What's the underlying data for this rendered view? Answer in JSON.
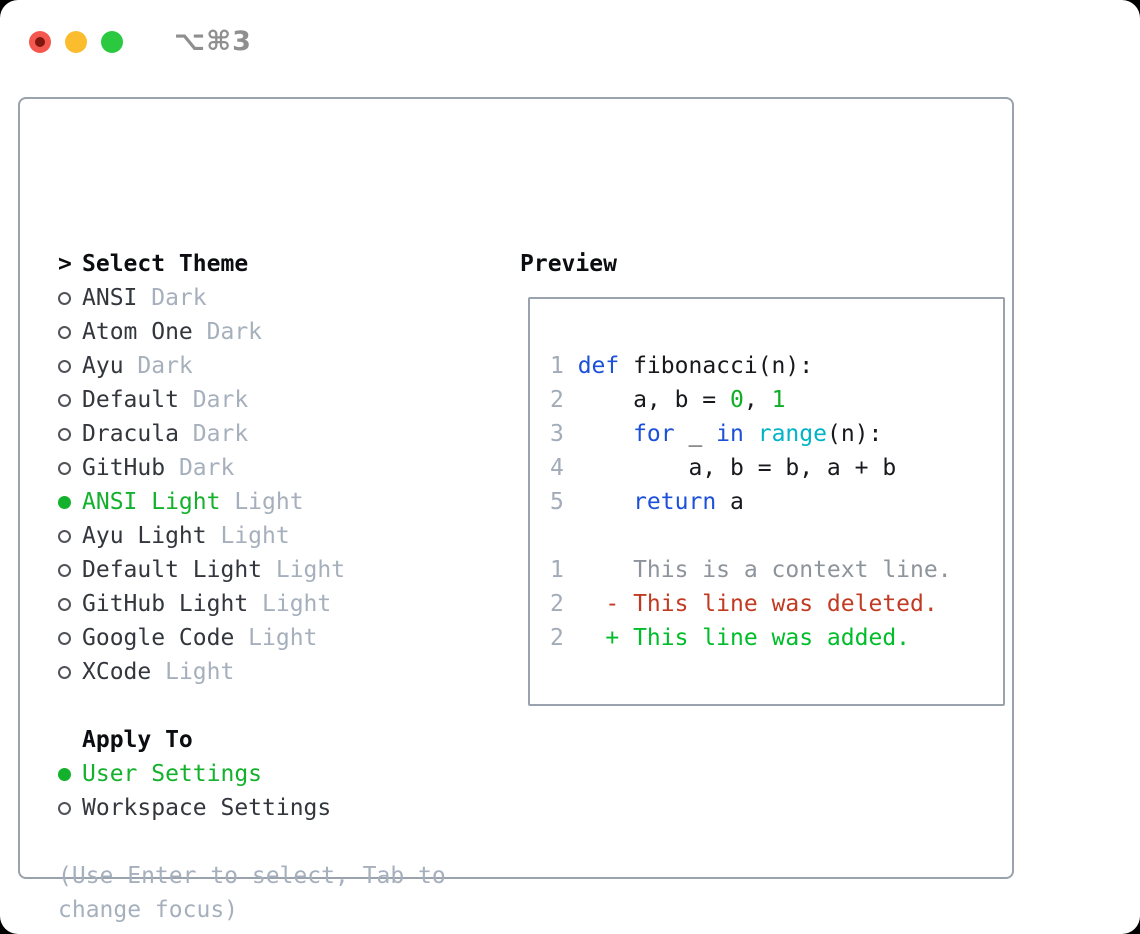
{
  "window": {
    "title": "⌥⌘3"
  },
  "theme_list": {
    "header_prefix": ">",
    "header": "Select Theme",
    "items": [
      {
        "name": "ANSI",
        "variant": "Dark",
        "selected": false
      },
      {
        "name": "Atom One",
        "variant": "Dark",
        "selected": false
      },
      {
        "name": "Ayu",
        "variant": "Dark",
        "selected": false
      },
      {
        "name": "Default",
        "variant": "Dark",
        "selected": false
      },
      {
        "name": "Dracula",
        "variant": "Dark",
        "selected": false
      },
      {
        "name": "GitHub",
        "variant": "Dark",
        "selected": false
      },
      {
        "name": "ANSI Light",
        "variant": "Light",
        "selected": true
      },
      {
        "name": "Ayu Light",
        "variant": "Light",
        "selected": false
      },
      {
        "name": "Default Light",
        "variant": "Light",
        "selected": false
      },
      {
        "name": "GitHub Light",
        "variant": "Light",
        "selected": false
      },
      {
        "name": "Google Code",
        "variant": "Light",
        "selected": false
      },
      {
        "name": "XCode",
        "variant": "Light",
        "selected": false
      }
    ]
  },
  "apply_to": {
    "header": "Apply To",
    "items": [
      {
        "label": "User Settings",
        "selected": true
      },
      {
        "label": "Workspace Settings",
        "selected": false
      }
    ]
  },
  "help_text": "(Use Enter to select, Tab to change focus)",
  "preview": {
    "header": "Preview",
    "code_lines": [
      {
        "num": "1",
        "segments": [
          {
            "t": "def",
            "c": "keyword"
          },
          {
            "t": " fibonacci(n):",
            "c": "plain"
          }
        ]
      },
      {
        "num": "2",
        "segments": [
          {
            "t": "    a, b = ",
            "c": "plain"
          },
          {
            "t": "0",
            "c": "number"
          },
          {
            "t": ", ",
            "c": "plain"
          },
          {
            "t": "1",
            "c": "number"
          }
        ]
      },
      {
        "num": "3",
        "segments": [
          {
            "t": "    ",
            "c": "plain"
          },
          {
            "t": "for",
            "c": "keyword"
          },
          {
            "t": " _ ",
            "c": "plain"
          },
          {
            "t": "in",
            "c": "keyword"
          },
          {
            "t": " ",
            "c": "plain"
          },
          {
            "t": "range",
            "c": "builtin"
          },
          {
            "t": "(n):",
            "c": "plain"
          }
        ]
      },
      {
        "num": "4",
        "segments": [
          {
            "t": "        a, b = b, a + b",
            "c": "plain"
          }
        ]
      },
      {
        "num": "5",
        "segments": [
          {
            "t": "    ",
            "c": "plain"
          },
          {
            "t": "return",
            "c": "keyword"
          },
          {
            "t": " a",
            "c": "plain"
          }
        ]
      },
      {
        "num": "",
        "segments": []
      },
      {
        "num": "1",
        "segments": [
          {
            "t": "    This is a context line.",
            "c": "context"
          }
        ]
      },
      {
        "num": "2",
        "segments": [
          {
            "t": "  - This line was deleted.",
            "c": "deleted"
          }
        ]
      },
      {
        "num": "2",
        "segments": [
          {
            "t": "  + This line was added.",
            "c": "added"
          }
        ]
      }
    ]
  },
  "colors": {
    "accent_green": "#14b12c",
    "border_gray": "#9aa2ad",
    "item_text": "#33373d",
    "muted_text": "#a6b0bd",
    "line_number": "#a2abb8",
    "traffic_red": "#f4574d",
    "traffic_red_dot": "#7f1710",
    "traffic_yellow": "#fbbd2d",
    "traffic_green": "#2ac940",
    "titlebar_text": "#8f8f8f",
    "syntax": {
      "keyword": "#1c50d8",
      "builtin": "#00b3c6",
      "number": "#0fae27",
      "plain": "#17191d",
      "context": "#8e949c",
      "deleted": "#c13a22",
      "added": "#00bd2a"
    }
  }
}
